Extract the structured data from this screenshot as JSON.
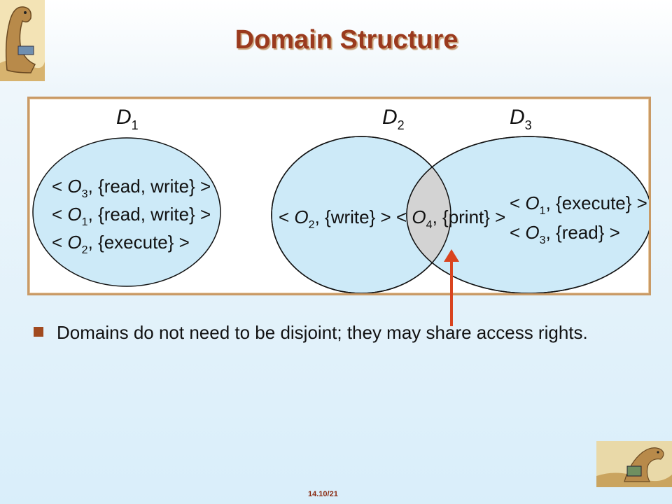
{
  "title": "Domain Structure",
  "domains": [
    {
      "letter": "D",
      "sub": "1",
      "entries": [
        {
          "object": "O",
          "sub": "3",
          "rights": ", {read, write} >"
        },
        {
          "object": "O",
          "sub": "1",
          "rights": ", {read, write} >"
        },
        {
          "object": "O",
          "sub": "2",
          "rights": ", {execute} >"
        }
      ]
    },
    {
      "letter": "D",
      "sub": "2",
      "entries": [
        {
          "object": "O",
          "sub": "2",
          "rights": ", {write} >"
        }
      ]
    },
    {
      "letter": "D",
      "sub": "3",
      "entries": [
        {
          "object": "O",
          "sub": "1",
          "rights": ", {execute} >"
        },
        {
          "object": "O",
          "sub": "3",
          "rights": ", {read} >"
        }
      ]
    }
  ],
  "shared": {
    "object": "O",
    "sub": "4",
    "rights": ", {print} >"
  },
  "bullet": "Domains do not need to be disjoint; they may share access rights.",
  "slide_number": "14.10/21",
  "colors": {
    "domain_fill": "#cdeaf8",
    "intersection_fill": "#d3d3d3",
    "arrow": "#d9441f",
    "title": "#9a3a1e",
    "bullet": "#a14a1f"
  }
}
